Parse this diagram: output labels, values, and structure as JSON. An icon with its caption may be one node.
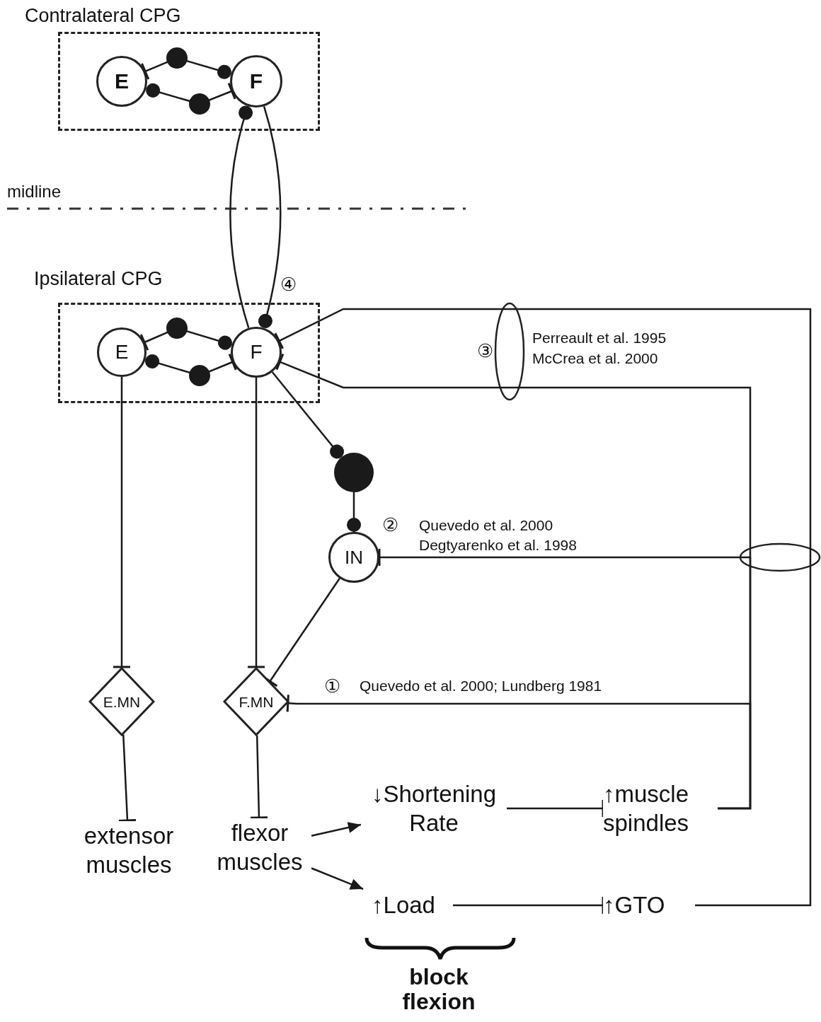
{
  "diagram": {
    "nodes": [
      {
        "text": [
          "Contralateral CPG"
        ]
      },
      {
        "text": [
          "E"
        ],
        "in": 0
      },
      {
        "text": [
          "F"
        ],
        "in": 0
      },
      {
        "text": [
          "Ipsilateral CPG"
        ]
      },
      {
        "text": [
          "E"
        ],
        "in": 3
      },
      {
        "text": [
          "F"
        ],
        "in": 3
      },
      {
        "text": [],
        "shape": "circle"
      },
      {
        "text": [
          "IN"
        ]
      },
      {
        "text": [
          "E.MN"
        ]
      },
      {
        "text": [
          "F.MN"
        ]
      },
      {
        "text": [
          "extensor muscles"
        ]
      },
      {
        "text": [
          "flexor muscles"
        ]
      },
      {
        "text": [
          "↓Shortening Rate"
        ]
      },
      {
        "text": [
          "↑muscle spindles"
        ]
      },
      {
        "text": [
          "↑Load"
        ]
      },
      {
        "text": [
          "↑GTO"
        ]
      }
    ],
    "edges": [
      {
        "from": 1,
        "to": 2,
        "arrow": "other"
      },
      {
        "from": 2,
        "to": 1,
        "arrow": "other"
      },
      {
        "from": 4,
        "to": 5,
        "arrow": "other"
      },
      {
        "from": 5,
        "to": 4,
        "arrow": "other"
      },
      {
        "from": 5,
        "to": 2,
        "arrow": "other"
      },
      {
        "from": 2,
        "to": 5,
        "arrow": "other"
      },
      {
        "from": 5,
        "to": 6,
        "arrow": "other"
      },
      {
        "from": 6,
        "to": 7,
        "arrow": "other"
      },
      {
        "from": 4,
        "to": 8,
        "arrow": "other"
      },
      {
        "from": 5,
        "to": 9,
        "arrow": "other"
      },
      {
        "from": 7,
        "to": 9,
        "arrow": "other"
      },
      {
        "from": 8,
        "to": 10,
        "arrow": "other"
      },
      {
        "from": 9,
        "to": 11,
        "arrow": "other"
      },
      {
        "from": 11,
        "to": 12,
        "arrow": "to"
      },
      {
        "from": 11,
        "to": 14,
        "arrow": "to"
      },
      {
        "from": 12,
        "to": 13,
        "arrow": "other"
      },
      {
        "from": 14,
        "to": 15,
        "arrow": "other"
      },
      {
        "from": 13,
        "to": 9,
        "arrow": "other"
      },
      {
        "from": 13,
        "to": 7,
        "arrow": "other"
      },
      {
        "from": 13,
        "to": 5,
        "arrow": "other"
      },
      {
        "from": 15,
        "to": 5,
        "arrow": "other"
      }
    ],
    "labels": [
      "midline",
      "④",
      "③",
      "Perreault et al. 1995",
      "McCrea et al. 2000",
      "②",
      "Quevedo et al. 2000",
      "Degtyarenko et al. 1998",
      "①",
      "Quevedo et al. 2000; Lundberg 1981",
      "block flexion"
    ]
  }
}
